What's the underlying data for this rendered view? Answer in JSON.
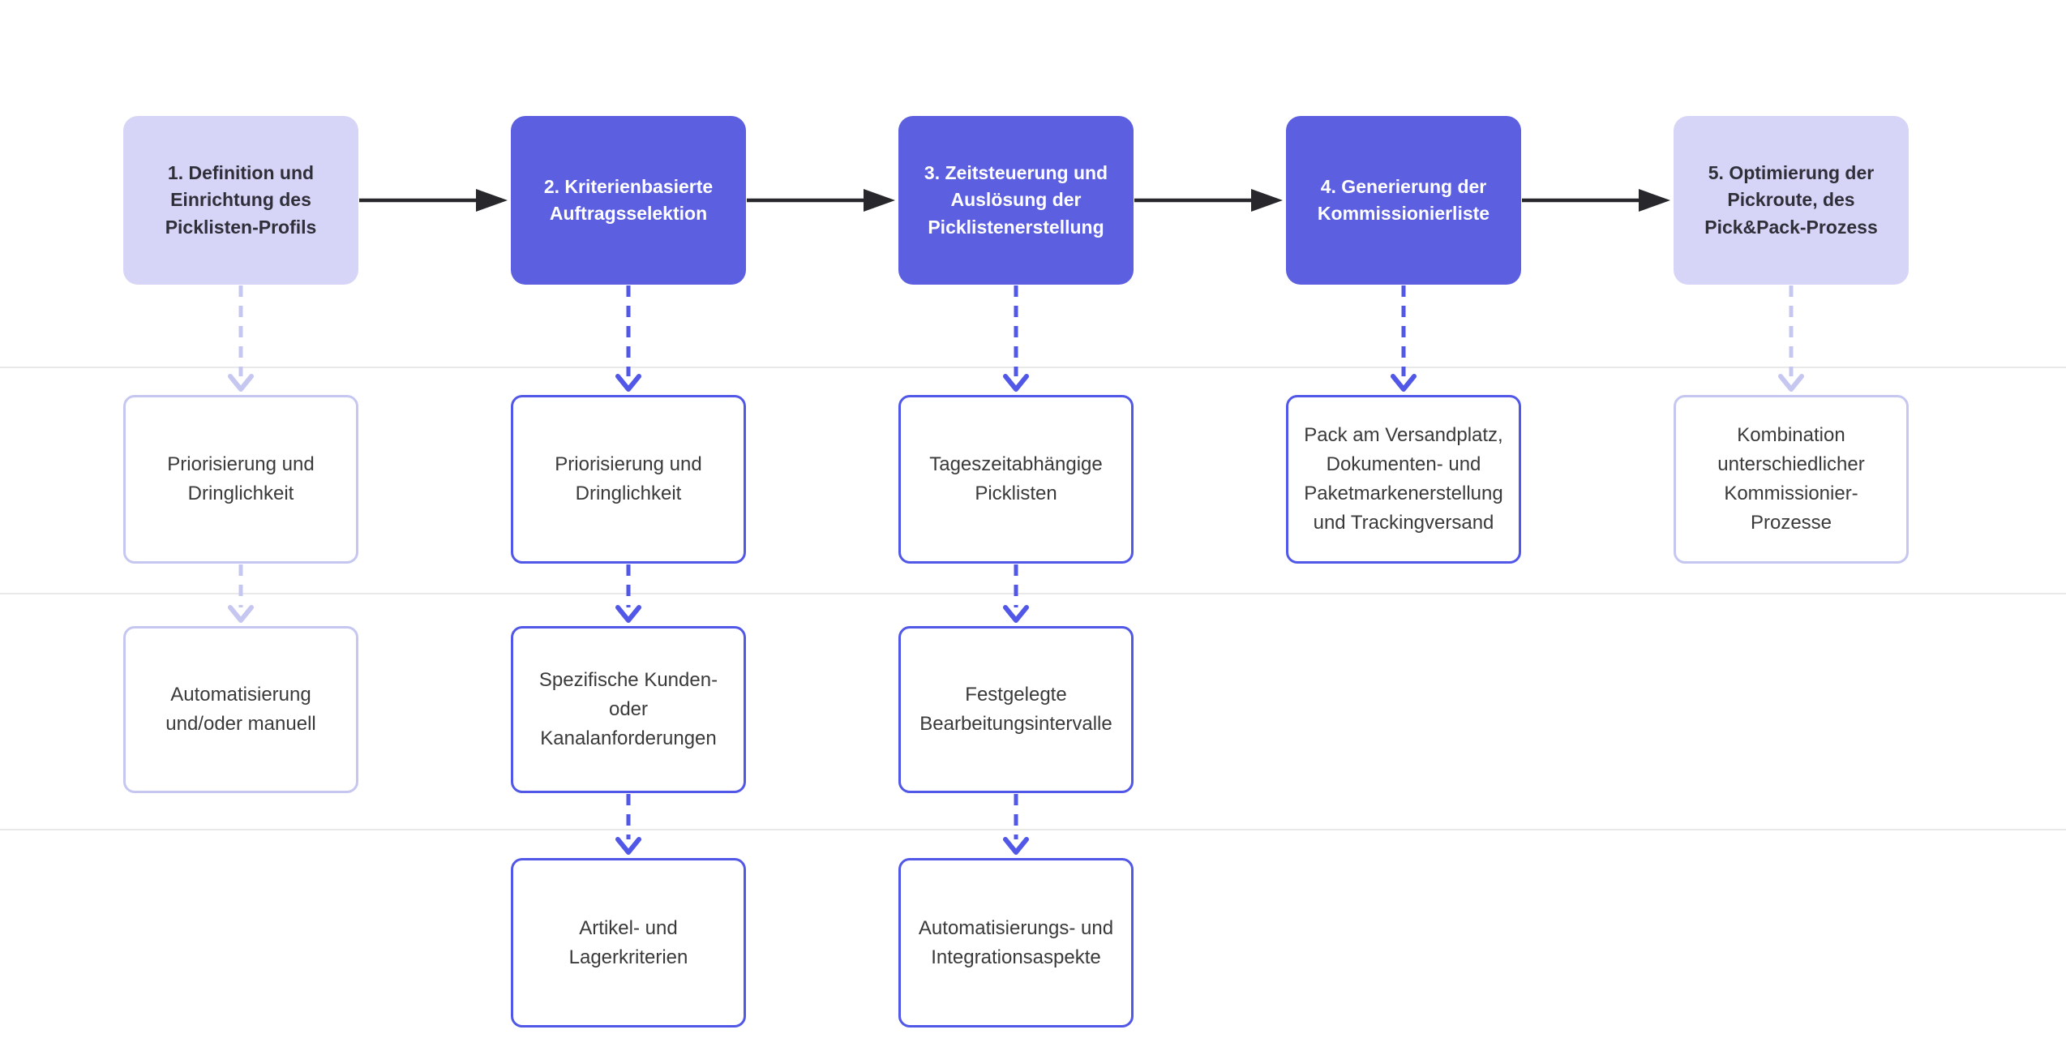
{
  "colors": {
    "background": "#ffffff",
    "step_dark_fill": "#5b5fe0",
    "step_light_fill": "#d6d5f7",
    "accent_strong": "#5157e6",
    "accent_light": "#c6c7f1",
    "divider": "#e9e9ea",
    "connector_black": "#27272c",
    "text_dark": "#2f2f3a",
    "text_sub": "#3a3a3a",
    "text_on_dark": "#ffffff",
    "subbox_fill": "#ffffff"
  },
  "steps": [
    {
      "label": "1. Definition und Einrichtung des Picklisten-Profils",
      "emphasis": "light",
      "substeps": [
        "Priorisierung und Dringlichkeit",
        "Automatisierung und/oder manuell"
      ]
    },
    {
      "label": "2. Kriterienbasierte Auftragsselektion",
      "emphasis": "dark",
      "substeps": [
        "Priorisierung und Dringlichkeit",
        "Spezifische Kunden- oder Kanalanforderungen",
        "Artikel- und Lagerkriterien"
      ]
    },
    {
      "label": "3. Zeitsteuerung und Auslösung der Picklistenerstellung",
      "emphasis": "dark",
      "substeps": [
        "Tageszeitabhängige Picklisten",
        "Festgelegte Bearbeitungsintervalle",
        "Automatisierungs- und Integrationsaspekte"
      ]
    },
    {
      "label": "4. Generierung der Kommissionierliste",
      "emphasis": "dark",
      "substeps": [
        "Pack am Versandplatz, Dokumenten- und Paketmarkenerstellung und Trackingversand"
      ]
    },
    {
      "label": "5. Optimierung der Pickroute, des Pick&Pack-Prozess",
      "emphasis": "light",
      "substeps": [
        "Kombination unterschiedlicher Kommissionier-Prozesse"
      ]
    }
  ]
}
